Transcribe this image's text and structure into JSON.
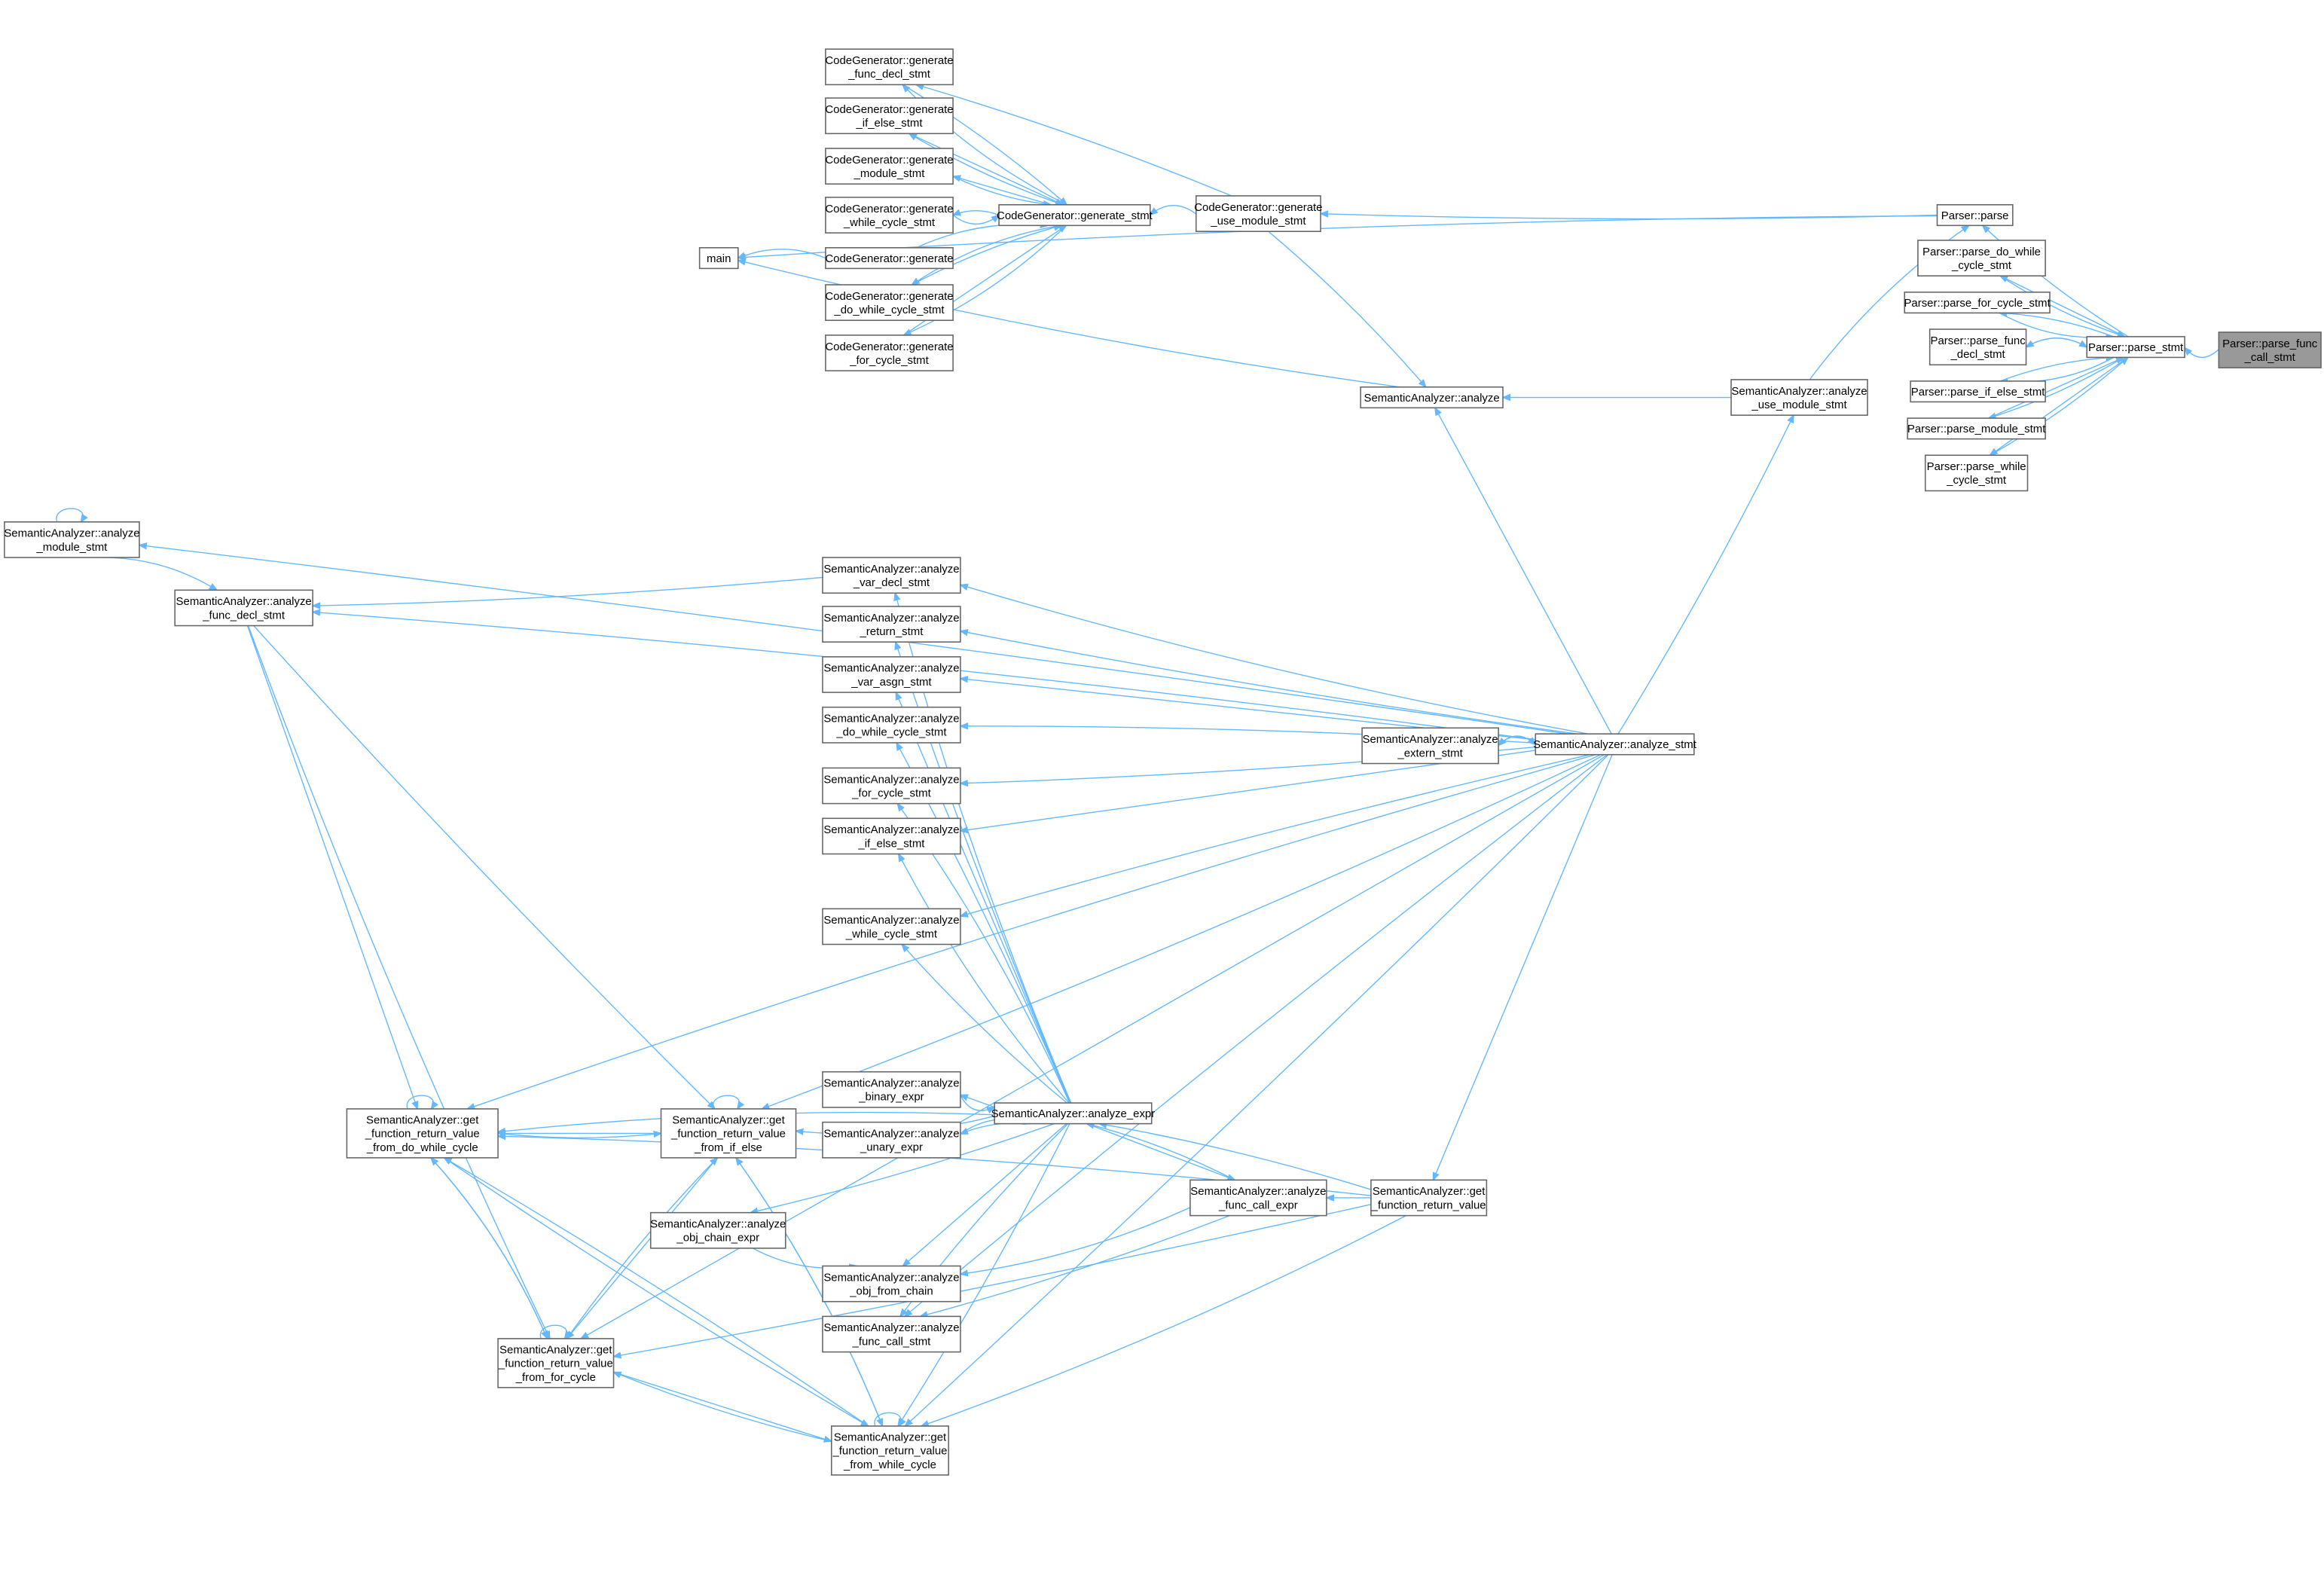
{
  "graph_type": "caller graph",
  "colors": {
    "edge": "#63b8ff",
    "focus_node": "#999999",
    "node_border": "#666666"
  },
  "nodes": [
    {
      "id": "pfcs",
      "lines": [
        "Parser::parse_func",
        "_call_stmt"
      ],
      "focus": true
    },
    {
      "id": "ps",
      "lines": [
        "Parser::parse_stmt"
      ]
    },
    {
      "id": "p",
      "lines": [
        "Parser::parse"
      ]
    },
    {
      "id": "pdw",
      "lines": [
        "Parser::parse_do_while",
        "_cycle_stmt"
      ]
    },
    {
      "id": "pfor",
      "lines": [
        "Parser::parse_for_cycle_stmt"
      ]
    },
    {
      "id": "pfd",
      "lines": [
        "Parser::parse_func",
        "_decl_stmt"
      ]
    },
    {
      "id": "pie",
      "lines": [
        "Parser::parse_if_else_stmt"
      ]
    },
    {
      "id": "pm",
      "lines": [
        "Parser::parse_module_stmt"
      ]
    },
    {
      "id": "pw",
      "lines": [
        "Parser::parse_while",
        "_cycle_stmt"
      ]
    },
    {
      "id": "aums",
      "lines": [
        "SemanticAnalyzer::analyze",
        "_use_module_stmt"
      ]
    },
    {
      "id": "gums",
      "lines": [
        "CodeGenerator::generate",
        "_use_module_stmt"
      ]
    },
    {
      "id": "gs",
      "lines": [
        "CodeGenerator::generate_stmt"
      ]
    },
    {
      "id": "gfd",
      "lines": [
        "CodeGenerator::generate",
        "_func_decl_stmt"
      ]
    },
    {
      "id": "gie",
      "lines": [
        "CodeGenerator::generate",
        "_if_else_stmt"
      ]
    },
    {
      "id": "gm",
      "lines": [
        "CodeGenerator::generate",
        "_module_stmt"
      ]
    },
    {
      "id": "gw",
      "lines": [
        "CodeGenerator::generate",
        "_while_cycle_stmt"
      ]
    },
    {
      "id": "g",
      "lines": [
        "CodeGenerator::generate"
      ]
    },
    {
      "id": "gdw",
      "lines": [
        "CodeGenerator::generate",
        "_do_while_cycle_stmt"
      ]
    },
    {
      "id": "gfor",
      "lines": [
        "CodeGenerator::generate",
        "_for_cycle_stmt"
      ]
    },
    {
      "id": "main",
      "lines": [
        "main"
      ]
    },
    {
      "id": "a",
      "lines": [
        "SemanticAnalyzer::analyze"
      ]
    },
    {
      "id": "ams",
      "lines": [
        "SemanticAnalyzer::analyze",
        "_module_stmt"
      ]
    },
    {
      "id": "afd",
      "lines": [
        "SemanticAnalyzer::analyze",
        "_func_decl_stmt"
      ]
    },
    {
      "id": "avd",
      "lines": [
        "SemanticAnalyzer::analyze",
        "_var_decl_stmt"
      ]
    },
    {
      "id": "ar",
      "lines": [
        "SemanticAnalyzer::analyze",
        "_return_stmt"
      ]
    },
    {
      "id": "ava",
      "lines": [
        "SemanticAnalyzer::analyze",
        "_var_asgn_stmt"
      ]
    },
    {
      "id": "adw",
      "lines": [
        "SemanticAnalyzer::analyze",
        "_do_while_cycle_stmt"
      ]
    },
    {
      "id": "aex",
      "lines": [
        "SemanticAnalyzer::analyze",
        "_extern_stmt"
      ]
    },
    {
      "id": "as",
      "lines": [
        "SemanticAnalyzer::analyze_stmt"
      ]
    },
    {
      "id": "afor",
      "lines": [
        "SemanticAnalyzer::analyze",
        "_for_cycle_stmt"
      ]
    },
    {
      "id": "aie",
      "lines": [
        "SemanticAnalyzer::analyze",
        "_if_else_stmt"
      ]
    },
    {
      "id": "aw",
      "lines": [
        "SemanticAnalyzer::analyze",
        "_while_cycle_stmt"
      ]
    },
    {
      "id": "gdo",
      "lines": [
        "SemanticAnalyzer::get",
        "_function_return_value",
        "_from_do_while_cycle"
      ]
    },
    {
      "id": "gif",
      "lines": [
        "SemanticAnalyzer::get",
        "_function_return_value",
        "_from_if_else"
      ]
    },
    {
      "id": "ab",
      "lines": [
        "SemanticAnalyzer::analyze",
        "_binary_expr"
      ]
    },
    {
      "id": "ae",
      "lines": [
        "SemanticAnalyzer::analyze_expr"
      ]
    },
    {
      "id": "au",
      "lines": [
        "SemanticAnalyzer::analyze",
        "_unary_expr"
      ]
    },
    {
      "id": "afce",
      "lines": [
        "SemanticAnalyzer::analyze",
        "_func_call_expr"
      ]
    },
    {
      "id": "gfrv",
      "lines": [
        "SemanticAnalyzer::get",
        "_function_return_value"
      ]
    },
    {
      "id": "aoc",
      "lines": [
        "SemanticAnalyzer::analyze",
        "_obj_chain_expr"
      ]
    },
    {
      "id": "aofc",
      "lines": [
        "SemanticAnalyzer::analyze",
        "_obj_from_chain"
      ]
    },
    {
      "id": "afcs",
      "lines": [
        "SemanticAnalyzer::analyze",
        "_func_call_stmt"
      ]
    },
    {
      "id": "gfc",
      "lines": [
        "SemanticAnalyzer::get",
        "_function_return_value",
        "_from_for_cycle"
      ]
    },
    {
      "id": "gwc",
      "lines": [
        "SemanticAnalyzer::get",
        "_function_return_value",
        "_from_while_cycle"
      ]
    }
  ],
  "edges": [
    [
      "pfcs",
      "ps"
    ],
    [
      "ps",
      "p"
    ],
    [
      "ps",
      "pdw"
    ],
    [
      "ps",
      "pfor"
    ],
    [
      "ps",
      "pfd"
    ],
    [
      "ps",
      "pie"
    ],
    [
      "ps",
      "pm"
    ],
    [
      "ps",
      "pw"
    ],
    [
      "pdw",
      "ps"
    ],
    [
      "pfor",
      "ps"
    ],
    [
      "pfd",
      "ps"
    ],
    [
      "pie",
      "ps"
    ],
    [
      "pm",
      "ps"
    ],
    [
      "pw",
      "ps"
    ],
    [
      "p",
      "main"
    ],
    [
      "aums",
      "p"
    ],
    [
      "p",
      "gums"
    ],
    [
      "aums",
      "a"
    ],
    [
      "as",
      "aums"
    ],
    [
      "gums",
      "gs"
    ],
    [
      "gs",
      "gfd"
    ],
    [
      "gs",
      "gie"
    ],
    [
      "gs",
      "gm"
    ],
    [
      "gs",
      "gw"
    ],
    [
      "gs",
      "gdw"
    ],
    [
      "gs",
      "gfor"
    ],
    [
      "gfd",
      "gs"
    ],
    [
      "gie",
      "gs"
    ],
    [
      "gm",
      "gs"
    ],
    [
      "gw",
      "gs"
    ],
    [
      "g",
      "gs"
    ],
    [
      "gdw",
      "gs"
    ],
    [
      "gfor",
      "gs"
    ],
    [
      "gums",
      "gfd"
    ],
    [
      "g",
      "main"
    ],
    [
      "a",
      "main"
    ],
    [
      "gums",
      "a"
    ],
    [
      "as",
      "a"
    ],
    [
      "as",
      "ams"
    ],
    [
      "as",
      "afd"
    ],
    [
      "as",
      "avd"
    ],
    [
      "as",
      "ar"
    ],
    [
      "as",
      "ava"
    ],
    [
      "as",
      "adw"
    ],
    [
      "as",
      "aex"
    ],
    [
      "aex",
      "as"
    ],
    [
      "as",
      "afor"
    ],
    [
      "as",
      "aie"
    ],
    [
      "as",
      "aw"
    ],
    [
      "as",
      "gdo"
    ],
    [
      "as",
      "gif"
    ],
    [
      "as",
      "gwc"
    ],
    [
      "as",
      "gfc"
    ],
    [
      "as",
      "afcs"
    ],
    [
      "ams",
      "ams"
    ],
    [
      "ams",
      "afd"
    ],
    [
      "avd",
      "afd"
    ],
    [
      "afd",
      "gdo"
    ],
    [
      "afd",
      "gif"
    ],
    [
      "afd",
      "gfc"
    ],
    [
      "ae",
      "avd"
    ],
    [
      "ae",
      "ar"
    ],
    [
      "ae",
      "ava"
    ],
    [
      "ae",
      "adw"
    ],
    [
      "ae",
      "afor"
    ],
    [
      "ae",
      "aie"
    ],
    [
      "ae",
      "aw"
    ],
    [
      "ae",
      "ab"
    ],
    [
      "ae",
      "au"
    ],
    [
      "ab",
      "ae"
    ],
    [
      "au",
      "ae"
    ],
    [
      "ae",
      "aoc"
    ],
    [
      "ae",
      "afce"
    ],
    [
      "afce",
      "ae"
    ],
    [
      "ae",
      "gdo"
    ],
    [
      "ae",
      "gif"
    ],
    [
      "ae",
      "gwc"
    ],
    [
      "ae",
      "aofc"
    ],
    [
      "ae",
      "afcs"
    ],
    [
      "aoc",
      "aofc"
    ],
    [
      "afce",
      "aofc"
    ],
    [
      "afce",
      "afcs"
    ],
    [
      "gfrv",
      "afce"
    ],
    [
      "gfrv",
      "ae"
    ],
    [
      "gfrv",
      "gdo"
    ],
    [
      "gfrv",
      "gwc"
    ],
    [
      "gfrv",
      "gfc"
    ],
    [
      "as",
      "gfrv"
    ],
    [
      "gdo",
      "gdo"
    ],
    [
      "gif",
      "gif"
    ],
    [
      "gfc",
      "gfc"
    ],
    [
      "gwc",
      "gwc"
    ],
    [
      "gif",
      "gdo"
    ],
    [
      "gdo",
      "gif"
    ],
    [
      "gfc",
      "gdo"
    ],
    [
      "gdo",
      "gfc"
    ],
    [
      "gfc",
      "gif"
    ],
    [
      "gif",
      "gfc"
    ],
    [
      "gwc",
      "gdo"
    ],
    [
      "gwc",
      "gif"
    ],
    [
      "gif",
      "gwc"
    ],
    [
      "gwc",
      "gfc"
    ],
    [
      "gfc",
      "gwc"
    ],
    [
      "gdo",
      "gwc"
    ]
  ]
}
